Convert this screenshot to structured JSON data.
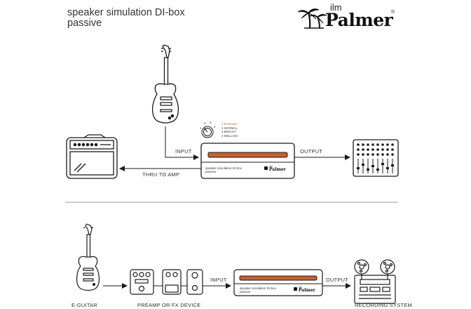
{
  "header": {
    "title_line1": "speaker simulation DI-box",
    "title_line2": "passive"
  },
  "brand": {
    "prefix": "ilm",
    "name": "Palmer",
    "registered": "®",
    "logo_icon": "palm-trees-icon"
  },
  "top_diagram": {
    "labels": {
      "input": "INPUT",
      "output": "OUTPUT",
      "thru": "THRU TO AMP"
    },
    "mode_selector": {
      "dial_numbers": [
        "1",
        "2",
        "3",
        "4"
      ],
      "options": [
        {
          "num": "1",
          "label": "BYPASS",
          "active": true
        },
        {
          "num": "2",
          "label": "NORMAL",
          "active": false
        },
        {
          "num": "3",
          "label": "BRIGHT",
          "active": false
        },
        {
          "num": "4",
          "label": "MELLOW",
          "active": false
        }
      ]
    },
    "device": {
      "text_line1": "speaker simulation DI-box",
      "text_line2": "passive",
      "brand_prefix": "ilm",
      "brand_name": "Palmer"
    },
    "icons": [
      "electric-guitar-icon",
      "guitar-amp-icon",
      "mixing-console-icon"
    ]
  },
  "bottom_diagram": {
    "labels": {
      "guitar": "E-GUITAR",
      "preamp": "PREAMP OR FX DEVICE",
      "input": "INPUT",
      "output": "OUTPUT",
      "recording": "RECORDING SYSTEM"
    },
    "device": {
      "text_line1": "speaker simulation DI-box",
      "text_line2": "passive",
      "brand_prefix": "ilm",
      "brand_name": "Palmer"
    },
    "icons": [
      "electric-guitar-icon",
      "effects-pedal-icon",
      "reel-to-reel-recorder-icon"
    ]
  },
  "colors": {
    "line": "#1a1a1a",
    "accent": "#c8602e",
    "divider": "#999999"
  }
}
